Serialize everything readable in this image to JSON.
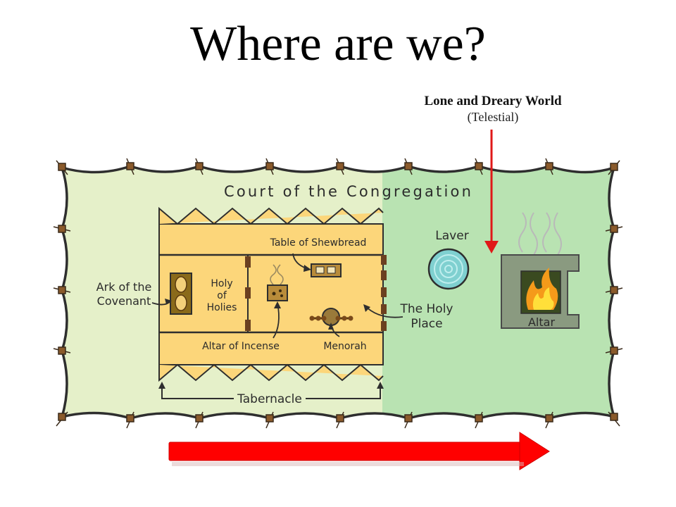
{
  "title": "Where are we?",
  "callout": {
    "main": "Lone and Dreary World",
    "sub": "(Telestial)"
  },
  "labels": {
    "court": "Court of the Congregation",
    "laver": "Laver",
    "altar": "Altar",
    "table": "Table of Shewbread",
    "ark_line1": "Ark of the",
    "ark_line2": "Covenant",
    "holy1": "Holy",
    "holy2": "of",
    "holy3": "Holies",
    "holy_place1": "The Holy",
    "holy_place2": "Place",
    "incense": "Altar of Incense",
    "menorah": "Menorah",
    "tabernacle": "Tabernacle"
  },
  "colors": {
    "court_left": "#e5f0c9",
    "court_right": "#b9e3b2",
    "tabernacle": "#fcd67a",
    "red_arrow": "#ff0000",
    "outline": "#2e2e2e"
  },
  "icons": [
    "ark-icon",
    "incense-altar-icon",
    "shewbread-table-icon",
    "menorah-icon",
    "laver-icon",
    "altar-fire-icon"
  ]
}
